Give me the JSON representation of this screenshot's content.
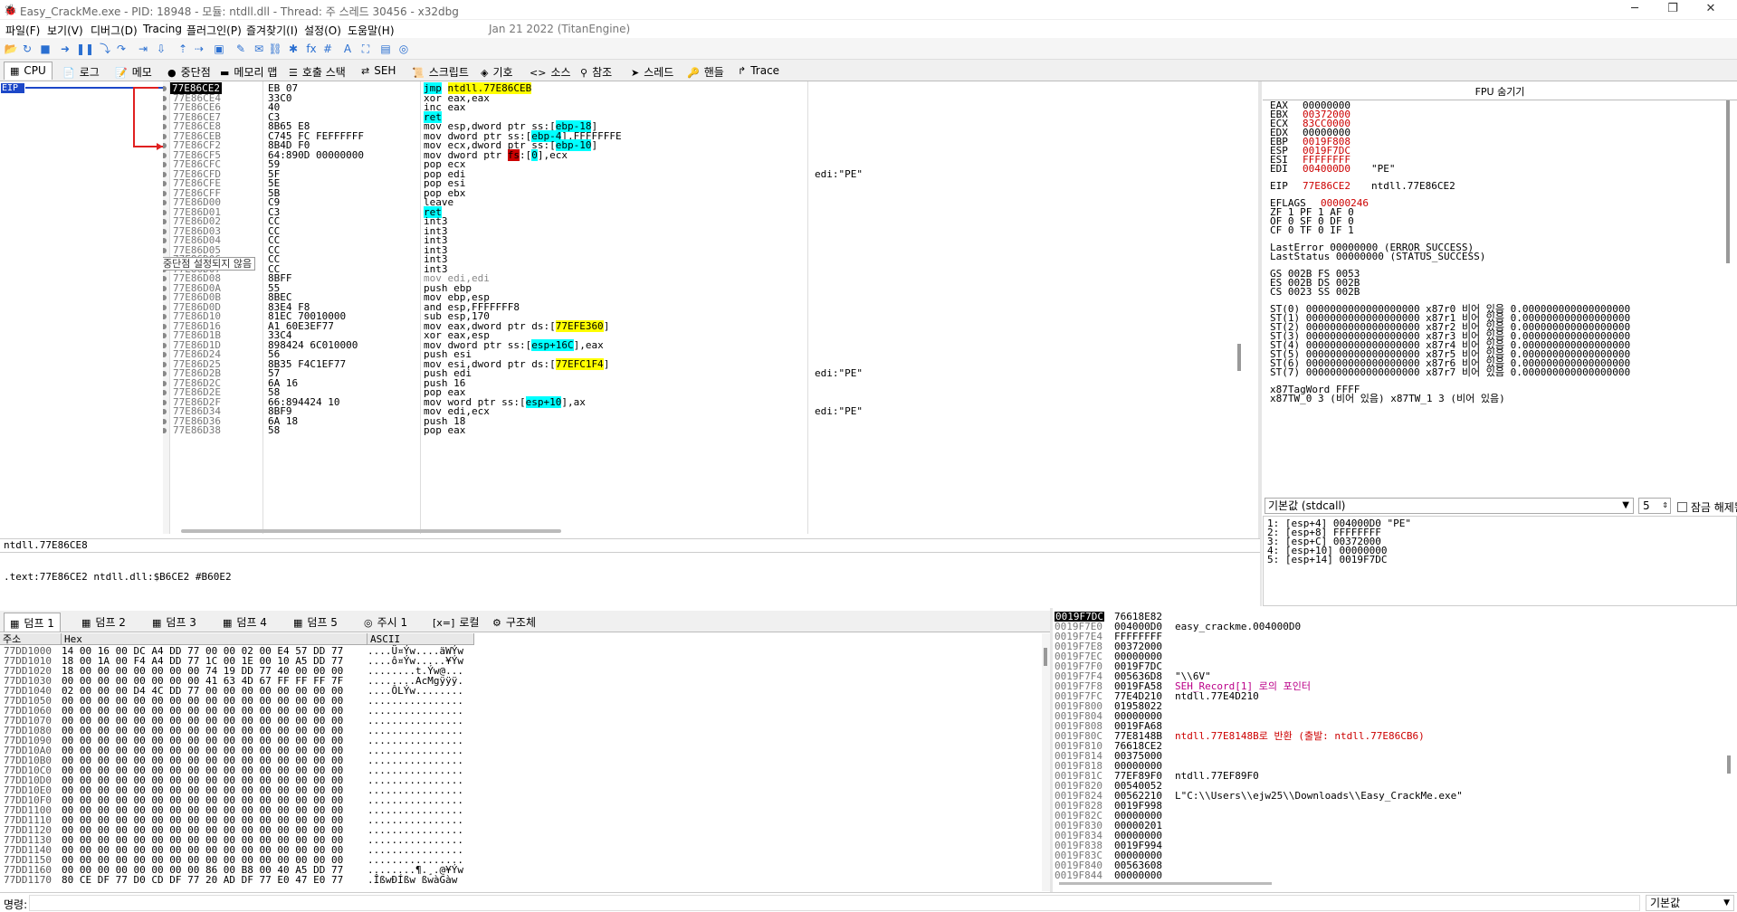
{
  "window": {
    "title": "Easy_CrackMe.exe - PID: 18948 - 모듈: ntdll.dll - Thread: 주 스레드 30456 - x32dbg"
  },
  "menu": {
    "items": [
      "파일(F)",
      "보기(V)",
      "디버그(D)",
      "Tracing",
      "플러그인(P)",
      "즐겨찾기(I)",
      "설정(O)",
      "도움말(H)"
    ],
    "version": "Jan 21 2022 (TitanEngine)"
  },
  "tabs": [
    {
      "icon": "▦",
      "label": "CPU"
    },
    {
      "icon": "📄",
      "label": "로그"
    },
    {
      "icon": "📝",
      "label": "메모"
    },
    {
      "icon": "●",
      "label": "중단점"
    },
    {
      "icon": "▬",
      "label": "메모리 맵"
    },
    {
      "icon": "☰",
      "label": "호출 스택"
    },
    {
      "icon": "⇄",
      "label": "SEH"
    },
    {
      "icon": "📜",
      "label": "스크립트"
    },
    {
      "icon": "◈",
      "label": "기호"
    },
    {
      "icon": "<>",
      "label": "소스"
    },
    {
      "icon": "⚲",
      "label": "참조"
    },
    {
      "icon": "➤",
      "label": "스레드"
    },
    {
      "icon": "🔑",
      "label": "핸들"
    },
    {
      "icon": "↱",
      "label": "Trace"
    }
  ],
  "eip_label": "EIP",
  "tooltip": "중단점 설정되지 않음",
  "disasm": [
    {
      "addr": "77E86CE2",
      "bytes": "EB 07",
      "instr": "jmp ntdll.77E86CEB",
      "cmt": "",
      "cur": true
    },
    {
      "addr": "77E86CE4",
      "bytes": "33C0",
      "instr": "xor eax,eax",
      "cmt": ""
    },
    {
      "addr": "77E86CE6",
      "bytes": "40",
      "instr": "inc eax",
      "cmt": ""
    },
    {
      "addr": "77E86CE7",
      "bytes": "C3",
      "instr": "ret",
      "cmt": ""
    },
    {
      "addr": "77E86CE8",
      "bytes": "8B65 E8",
      "instr": "mov esp,dword ptr ss:[ebp-18]",
      "cmt": ""
    },
    {
      "addr": "77E86CEB",
      "bytes": "C745 FC FEFFFFFF",
      "instr": "mov dword ptr ss:[ebp-4],FFFFFFFE",
      "cmt": ""
    },
    {
      "addr": "77E86CF2",
      "bytes": "8B4D F0",
      "instr": "mov ecx,dword ptr ss:[ebp-10]",
      "cmt": ""
    },
    {
      "addr": "77E86CF5",
      "bytes": "64:890D 00000000",
      "instr": "mov dword ptr fs:[0],ecx",
      "cmt": ""
    },
    {
      "addr": "77E86CFC",
      "bytes": "59",
      "instr": "pop ecx",
      "cmt": ""
    },
    {
      "addr": "77E86CFD",
      "bytes": "5F",
      "instr": "pop edi",
      "cmt": "edi:\"PE\""
    },
    {
      "addr": "77E86CFE",
      "bytes": "5E",
      "instr": "pop esi",
      "cmt": ""
    },
    {
      "addr": "77E86CFF",
      "bytes": "5B",
      "instr": "pop ebx",
      "cmt": ""
    },
    {
      "addr": "77E86D00",
      "bytes": "C9",
      "instr": "leave",
      "cmt": ""
    },
    {
      "addr": "77E86D01",
      "bytes": "C3",
      "instr": "ret",
      "cmt": ""
    },
    {
      "addr": "77E86D02",
      "bytes": "CC",
      "instr": "int3",
      "cmt": ""
    },
    {
      "addr": "77E86D03",
      "bytes": "CC",
      "instr": "int3",
      "cmt": ""
    },
    {
      "addr": "77E86D04",
      "bytes": "CC",
      "instr": "int3",
      "cmt": ""
    },
    {
      "addr": "77E86D05",
      "bytes": "CC",
      "instr": "int3",
      "cmt": ""
    },
    {
      "addr": "77E86D06",
      "bytes": "CC",
      "instr": "int3",
      "cmt": ""
    },
    {
      "addr": "77E86D07",
      "bytes": "CC",
      "instr": "int3",
      "cmt": ""
    },
    {
      "addr": "77E86D08",
      "bytes": "8BFF",
      "instr": "mov edi,edi",
      "cmt": ""
    },
    {
      "addr": "77E86D0A",
      "bytes": "55",
      "instr": "push ebp",
      "cmt": ""
    },
    {
      "addr": "77E86D0B",
      "bytes": "8BEC",
      "instr": "mov ebp,esp",
      "cmt": ""
    },
    {
      "addr": "77E86D0D",
      "bytes": "83E4 F8",
      "instr": "and esp,FFFFFFF8",
      "cmt": ""
    },
    {
      "addr": "77E86D10",
      "bytes": "81EC 70010000",
      "instr": "sub esp,170",
      "cmt": ""
    },
    {
      "addr": "77E86D16",
      "bytes": "A1 60E3EF77",
      "instr": "mov eax,dword ptr ds:[77EFE360]",
      "cmt": ""
    },
    {
      "addr": "77E86D1B",
      "bytes": "33C4",
      "instr": "xor eax,esp",
      "cmt": ""
    },
    {
      "addr": "77E86D1D",
      "bytes": "898424 6C010000",
      "instr": "mov dword ptr ss:[esp+16C],eax",
      "cmt": ""
    },
    {
      "addr": "77E86D24",
      "bytes": "56",
      "instr": "push esi",
      "cmt": ""
    },
    {
      "addr": "77E86D25",
      "bytes": "8B35 F4C1EF77",
      "instr": "mov esi,dword ptr ds:[77EFC1F4]",
      "cmt": ""
    },
    {
      "addr": "77E86D2B",
      "bytes": "57",
      "instr": "push edi",
      "cmt": "edi:\"PE\""
    },
    {
      "addr": "77E86D2C",
      "bytes": "6A 16",
      "instr": "push 16",
      "cmt": ""
    },
    {
      "addr": "77E86D2E",
      "bytes": "58",
      "instr": "pop eax",
      "cmt": ""
    },
    {
      "addr": "77E86D2F",
      "bytes": "66:894424 10",
      "instr": "mov word ptr ss:[esp+10],ax",
      "cmt": ""
    },
    {
      "addr": "77E86D34",
      "bytes": "8BF9",
      "instr": "mov edi,ecx",
      "cmt": "edi:\"PE\""
    },
    {
      "addr": "77E86D36",
      "bytes": "6A 18",
      "instr": "push 18",
      "cmt": ""
    },
    {
      "addr": "77E86D38",
      "bytes": "58",
      "instr": "pop eax",
      "cmt": ""
    }
  ],
  "fpu": {
    "header": "FPU 숨기기",
    "regs": [
      [
        "EAX",
        "00000000",
        ""
      ],
      [
        "EBX",
        "00372000",
        ""
      ],
      [
        "ECX",
        "83CC0000",
        ""
      ],
      [
        "EDX",
        "00000000",
        ""
      ],
      [
        "EBP",
        "0019F808",
        ""
      ],
      [
        "ESP",
        "0019F7DC",
        ""
      ],
      [
        "ESI",
        "FFFFFFFF",
        ""
      ],
      [
        "EDI",
        "004000D0",
        "\"PE\""
      ]
    ],
    "eip": [
      "EIP",
      "77E86CE2",
      "ntdll.77E86CE2"
    ],
    "eflags": [
      "EFLAGS",
      "00000246"
    ],
    "flags": [
      "ZF 1  PF 1  AF 0",
      "OF 0  SF 0  DF 0",
      "CF 0  TF 0  IF 1"
    ],
    "lasterr": [
      "LastError  00000000 (ERROR_SUCCESS)",
      "LastStatus 00000000 (STATUS_SUCCESS)"
    ],
    "segs": [
      "GS 002B  FS 0053",
      "ES 002B  DS 002B",
      "CS 0023  SS 002B"
    ],
    "st": [
      "ST(0) 0000000000000000000 x87r0 비어 있음 0.000000000000000000",
      "ST(1) 0000000000000000000 x87r1 비어 있음 0.000000000000000000",
      "ST(2) 0000000000000000000 x87r2 비어 있음 0.000000000000000000",
      "ST(3) 0000000000000000000 x87r3 비어 있음 0.000000000000000000",
      "ST(4) 0000000000000000000 x87r4 비어 있음 0.000000000000000000",
      "ST(5) 0000000000000000000 x87r5 비어 있음 0.000000000000000000",
      "ST(6) 0000000000000000000 x87r6 비어 있음 0.000000000000000000",
      "ST(7) 0000000000000000000 x87r7 비어 있음 0.000000000000000000"
    ],
    "tag": [
      "x87TagWord FFFF",
      "x87TW_0 3 (비어 있음) x87TW_1 3 (비어 있음)"
    ]
  },
  "callconv": {
    "selected": "기본값 (stdcall)",
    "count": "5",
    "unlock": "잠금 해제됨"
  },
  "callargs": [
    "1: [esp+4] 004000D0 \"PE\"",
    "2: [esp+8] FFFFFFFF",
    "3: [esp+C] 00372000",
    "4: [esp+10] 00000000",
    "5: [esp+14] 0019F7DC"
  ],
  "info": {
    "line": "ntdll.77E86CE8",
    "text": ".text:77E86CE2 ntdll.dll:$B6CE2 #B60E2"
  },
  "dumptabs": [
    {
      "icon": "▦",
      "label": "덤프 1"
    },
    {
      "icon": "▦",
      "label": "덤프 2"
    },
    {
      "icon": "▦",
      "label": "덤프 3"
    },
    {
      "icon": "▦",
      "label": "덤프 4"
    },
    {
      "icon": "▦",
      "label": "덤프 5"
    },
    {
      "icon": "◎",
      "label": "주시 1"
    },
    {
      "icon": "[x=]",
      "label": "로컬"
    },
    {
      "icon": "⚙",
      "label": "구조체"
    }
  ],
  "dumpheaders": [
    "주소",
    "Hex",
    "ASCII"
  ],
  "dump": [
    [
      "77DD1000",
      "14 00 16 00 DC A4 DD 77 00 00 02 00 E4 57 DD 77",
      "....Ü¤Ýw....äWÝw"
    ],
    [
      "77DD1010",
      "18 00 1A 00 F4 A4 DD 77 1C 00 1E 00 10 A5 DD 77",
      "....ô¤Ýw.....¥Ýw"
    ],
    [
      "77DD1020",
      "18 00 00 00 00 00 00 00 74 19 DD 77 40 00 00 00",
      "........t.Ýw@..."
    ],
    [
      "77DD1030",
      "00 00 00 00 00 00 00 00 41 63 4D 67 FF FF FF 7F",
      "........AcMgÿÿÿ."
    ],
    [
      "77DD1040",
      "02 00 00 00 D4 4C DD 77 00 00 00 00 00 00 00 00",
      "....ÔLÝw........"
    ],
    [
      "77DD1050",
      "00 00 00 00 00 00 00 00 00 00 00 00 00 00 00 00",
      "................"
    ],
    [
      "77DD1060",
      "00 00 00 00 00 00 00 00 00 00 00 00 00 00 00 00",
      "................"
    ],
    [
      "77DD1070",
      "00 00 00 00 00 00 00 00 00 00 00 00 00 00 00 00",
      "................"
    ],
    [
      "77DD1080",
      "00 00 00 00 00 00 00 00 00 00 00 00 00 00 00 00",
      "................"
    ],
    [
      "77DD1090",
      "00 00 00 00 00 00 00 00 00 00 00 00 00 00 00 00",
      "................"
    ],
    [
      "77DD10A0",
      "00 00 00 00 00 00 00 00 00 00 00 00 00 00 00 00",
      "................"
    ],
    [
      "77DD10B0",
      "00 00 00 00 00 00 00 00 00 00 00 00 00 00 00 00",
      "................"
    ],
    [
      "77DD10C0",
      "00 00 00 00 00 00 00 00 00 00 00 00 00 00 00 00",
      "................"
    ],
    [
      "77DD10D0",
      "00 00 00 00 00 00 00 00 00 00 00 00 00 00 00 00",
      "................"
    ],
    [
      "77DD10E0",
      "00 00 00 00 00 00 00 00 00 00 00 00 00 00 00 00",
      "................"
    ],
    [
      "77DD10F0",
      "00 00 00 00 00 00 00 00 00 00 00 00 00 00 00 00",
      "................"
    ],
    [
      "77DD1100",
      "00 00 00 00 00 00 00 00 00 00 00 00 00 00 00 00",
      "................"
    ],
    [
      "77DD1110",
      "00 00 00 00 00 00 00 00 00 00 00 00 00 00 00 00",
      "................"
    ],
    [
      "77DD1120",
      "00 00 00 00 00 00 00 00 00 00 00 00 00 00 00 00",
      "................"
    ],
    [
      "77DD1130",
      "00 00 00 00 00 00 00 00 00 00 00 00 00 00 00 00",
      "................"
    ],
    [
      "77DD1140",
      "00 00 00 00 00 00 00 00 00 00 00 00 00 00 00 00",
      "................"
    ],
    [
      "77DD1150",
      "00 00 00 00 00 00 00 00 00 00 00 00 00 00 00 00",
      "................"
    ],
    [
      "77DD1160",
      "00 00 00 00 00 00 00 00 86 00 B8 00 40 A5 DD 77",
      "........¶.¸.@¥Ýw"
    ],
    [
      "77DD1170",
      "80 CE DF 77 D0 CD DF 77 20 AD DF 77 E0 47 E0 77",
      ".ÎßwÐÍßw ­ßwàGàw"
    ]
  ],
  "stack": [
    [
      "0019F7DC",
      "76618E82",
      "",
      true
    ],
    [
      "0019F7E0",
      "004000D0",
      "easy_crackme.004000D0"
    ],
    [
      "0019F7E4",
      "FFFFFFFF",
      ""
    ],
    [
      "0019F7E8",
      "00372000",
      ""
    ],
    [
      "0019F7EC",
      "00000000",
      ""
    ],
    [
      "0019F7F0",
      "0019F7DC",
      ""
    ],
    [
      "0019F7F4",
      "005636D8",
      "\"\\\\6V\""
    ],
    [
      "0019F7F8",
      "0019FA58",
      "SEH_Record[1] 로의 포인터"
    ],
    [
      "0019F7FC",
      "77E4D210",
      "ntdll.77E4D210"
    ],
    [
      "0019F800",
      "01958022",
      ""
    ],
    [
      "0019F804",
      "00000000",
      ""
    ],
    [
      "0019F808",
      "0019FA68",
      ""
    ],
    [
      "0019F80C",
      "77E8148B",
      "ntdll.77E8148B로 반환 (출발: ntdll.77E86CB6)"
    ],
    [
      "0019F810",
      "76618CE2",
      ""
    ],
    [
      "0019F814",
      "00375000",
      ""
    ],
    [
      "0019F818",
      "00000000",
      ""
    ],
    [
      "0019F81C",
      "77EF89F0",
      "ntdll.77EF89F0"
    ],
    [
      "0019F820",
      "00540052",
      ""
    ],
    [
      "0019F824",
      "00562210",
      "L\"C:\\\\Users\\\\ejw25\\\\Downloads\\\\Easy_CrackMe.exe\""
    ],
    [
      "0019F828",
      "0019F998",
      ""
    ],
    [
      "0019F82C",
      "00000000",
      ""
    ],
    [
      "0019F830",
      "00000201",
      ""
    ],
    [
      "0019F834",
      "00000000",
      ""
    ],
    [
      "0019F838",
      "0019F994",
      ""
    ],
    [
      "0019F83C",
      "00000000",
      ""
    ],
    [
      "0019F840",
      "00563608",
      ""
    ],
    [
      "0019F844",
      "00000000",
      ""
    ]
  ],
  "cmd": {
    "label": "명령:",
    "right": "기본값"
  }
}
